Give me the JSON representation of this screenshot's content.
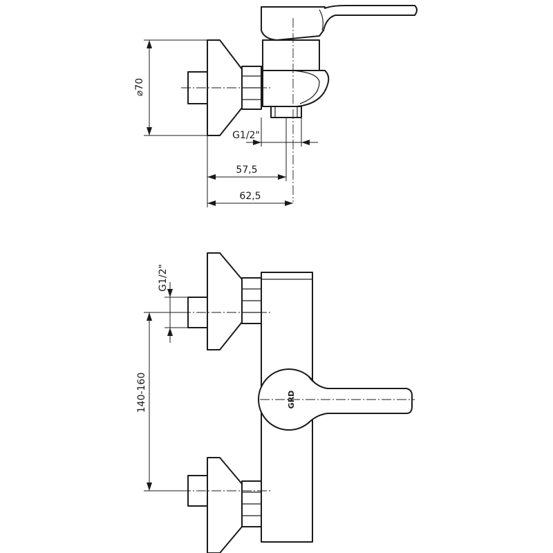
{
  "dimensions": {
    "diameter_label": "⌀70",
    "thread_side_label": "G1/2\"",
    "depth_inner_label": "57,5",
    "depth_outer_label": "62,5",
    "thread_front_label": "G1/2\"",
    "spacing_label": "140-160"
  },
  "logo": {
    "text": "GRD"
  },
  "colors": {
    "line": "#1a1a1a",
    "background": "#ffffff"
  }
}
